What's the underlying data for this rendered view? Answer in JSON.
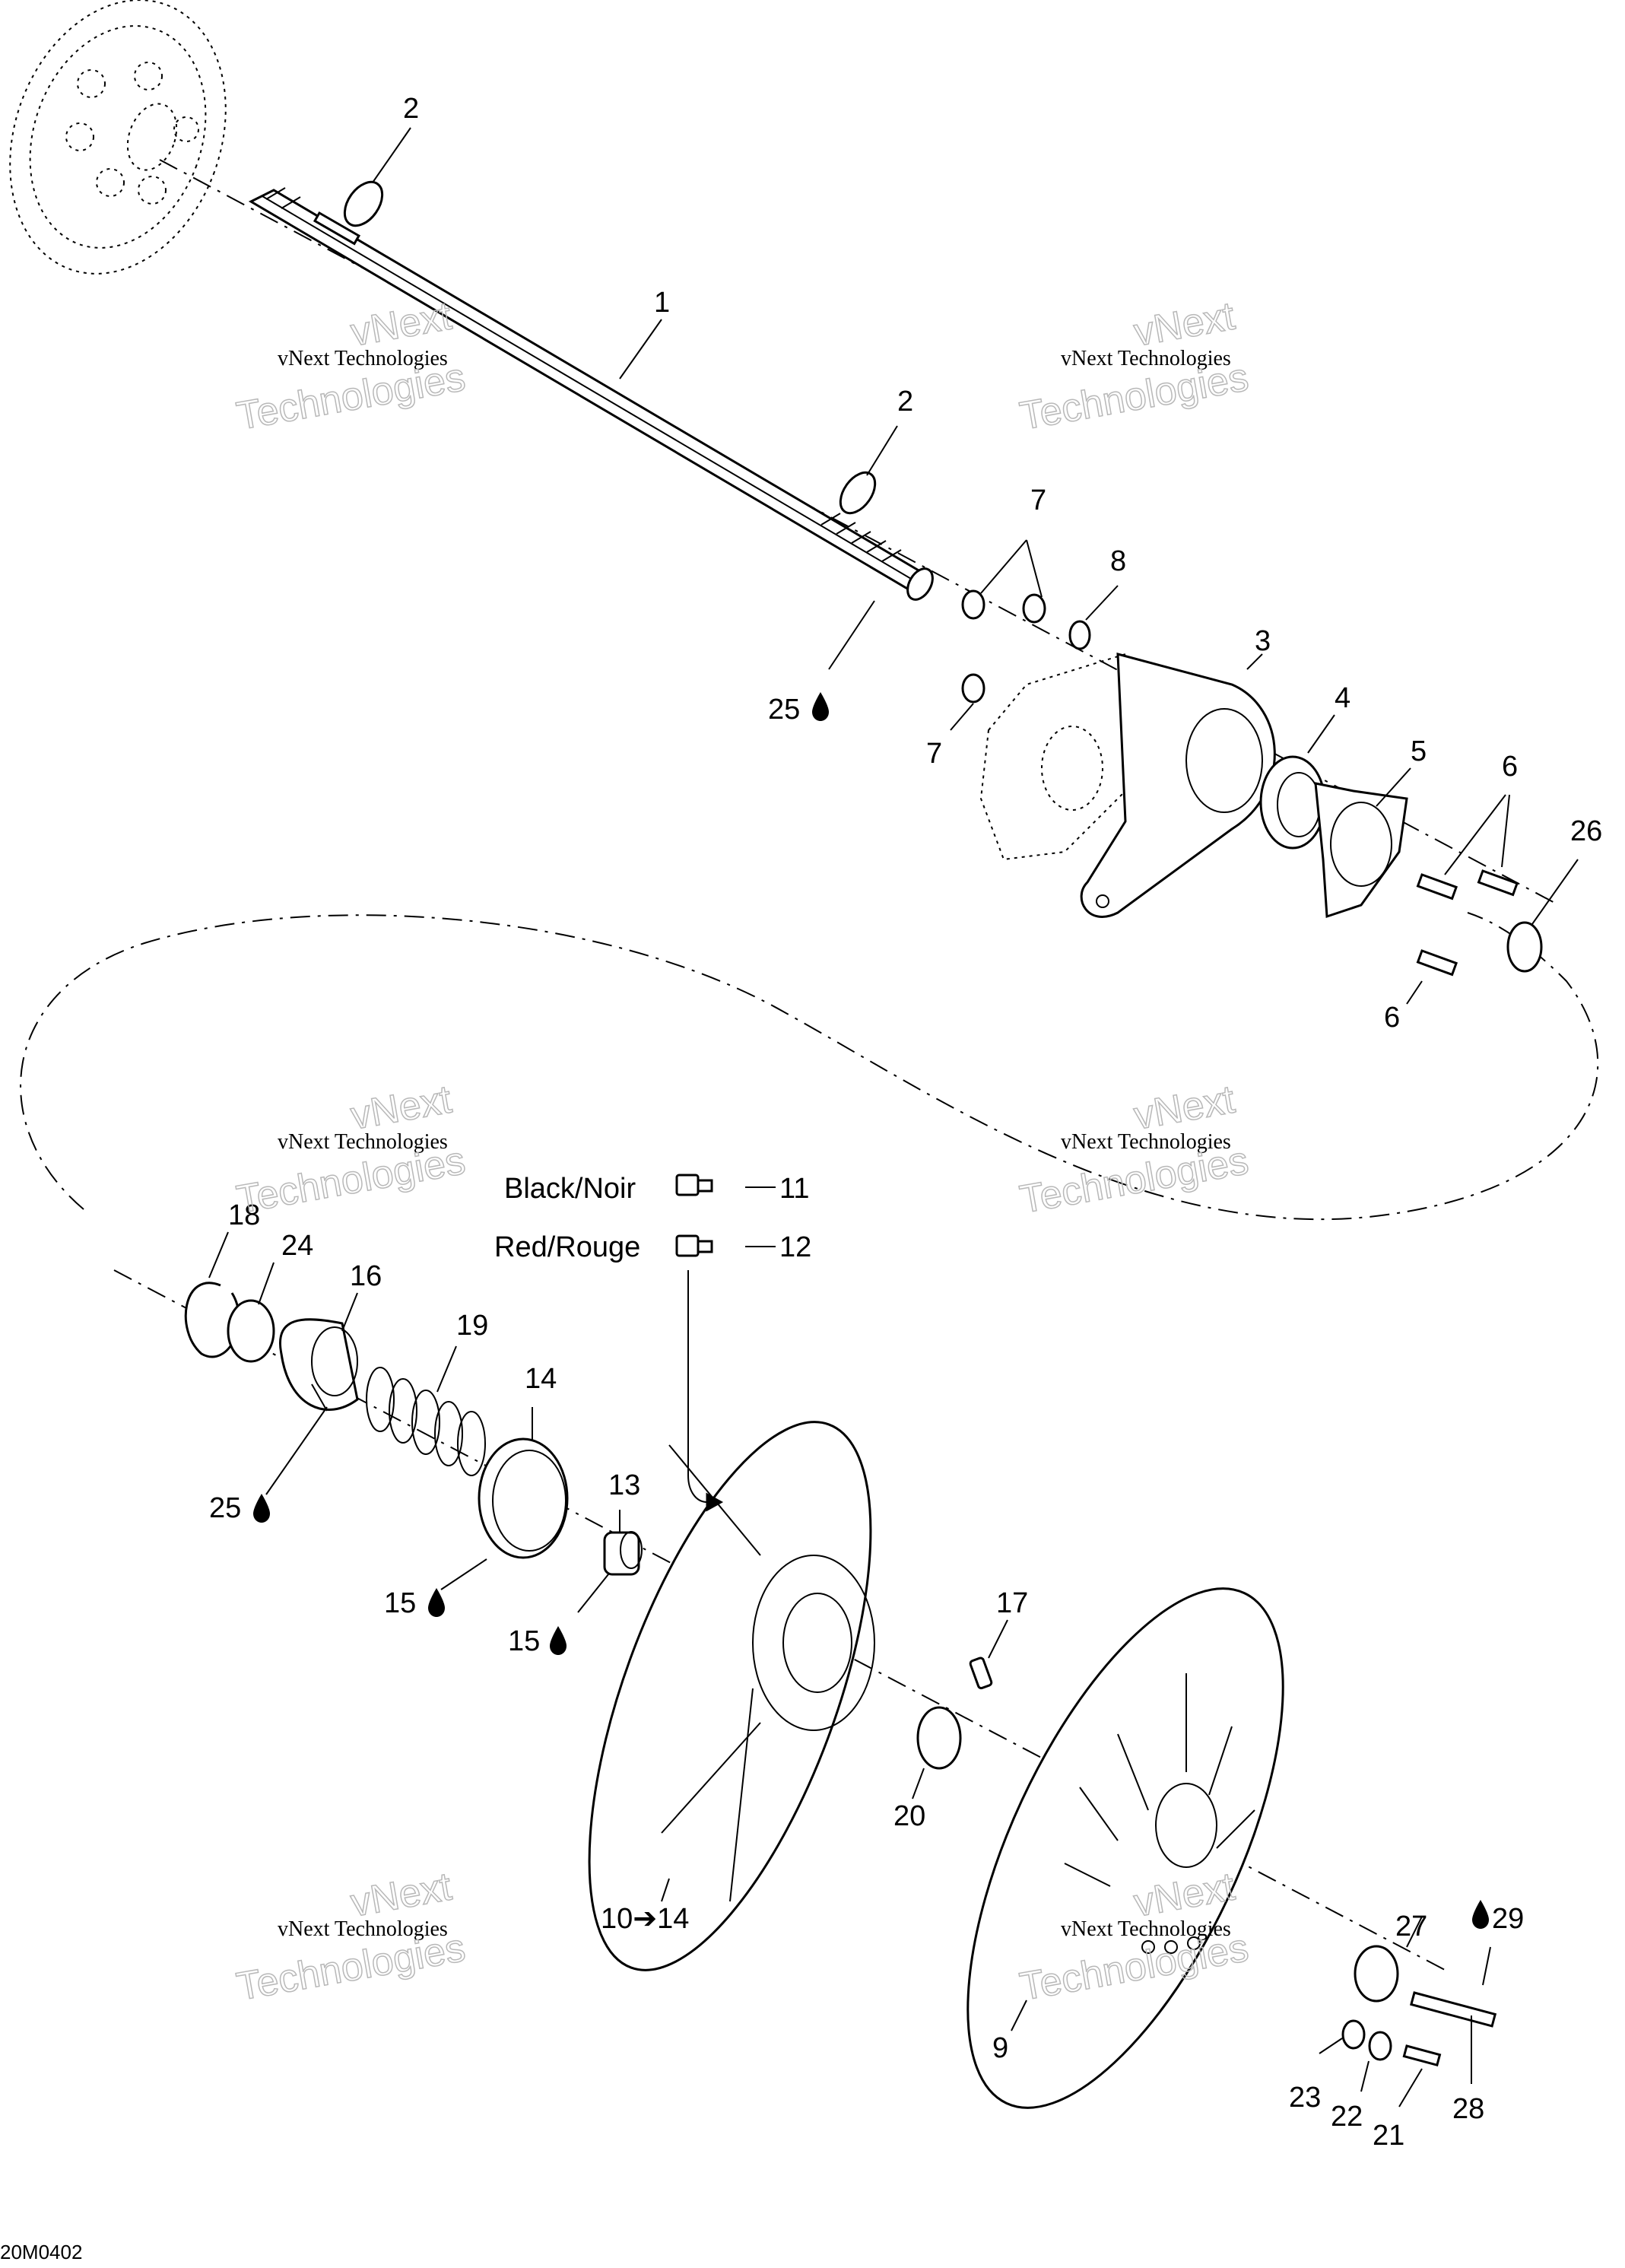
{
  "diagram": {
    "labels": {
      "l1": "1",
      "l2a": "2",
      "l2b": "2",
      "l3": "3",
      "l4": "4",
      "l5": "5",
      "l6a": "6",
      "l6b": "6",
      "l7a": "7",
      "l7b": "7",
      "l8": "8",
      "l9": "9",
      "l10_14": "10➔14",
      "l11": "11",
      "l12": "12",
      "l13": "13",
      "l14": "14",
      "l15a": "15",
      "l15b": "15",
      "l16": "16",
      "l17": "17",
      "l18": "18",
      "l19": "19",
      "l20": "20",
      "l21": "21",
      "l22": "22",
      "l23": "23",
      "l24": "24",
      "l25a": "25",
      "l25b": "25",
      "l26": "26",
      "l27": "27",
      "l28": "28",
      "l29": "29"
    },
    "color_labels": {
      "black": "Black/Noir",
      "red": "Red/Rouge"
    },
    "watermark": {
      "line1": "vNext Technologies",
      "line2": "vNext",
      "line3": "Technologies"
    },
    "drawing_code": "20M0402",
    "icons": [
      "oil-drop-icon",
      "arrow-right-icon",
      "screw-icon"
    ]
  }
}
